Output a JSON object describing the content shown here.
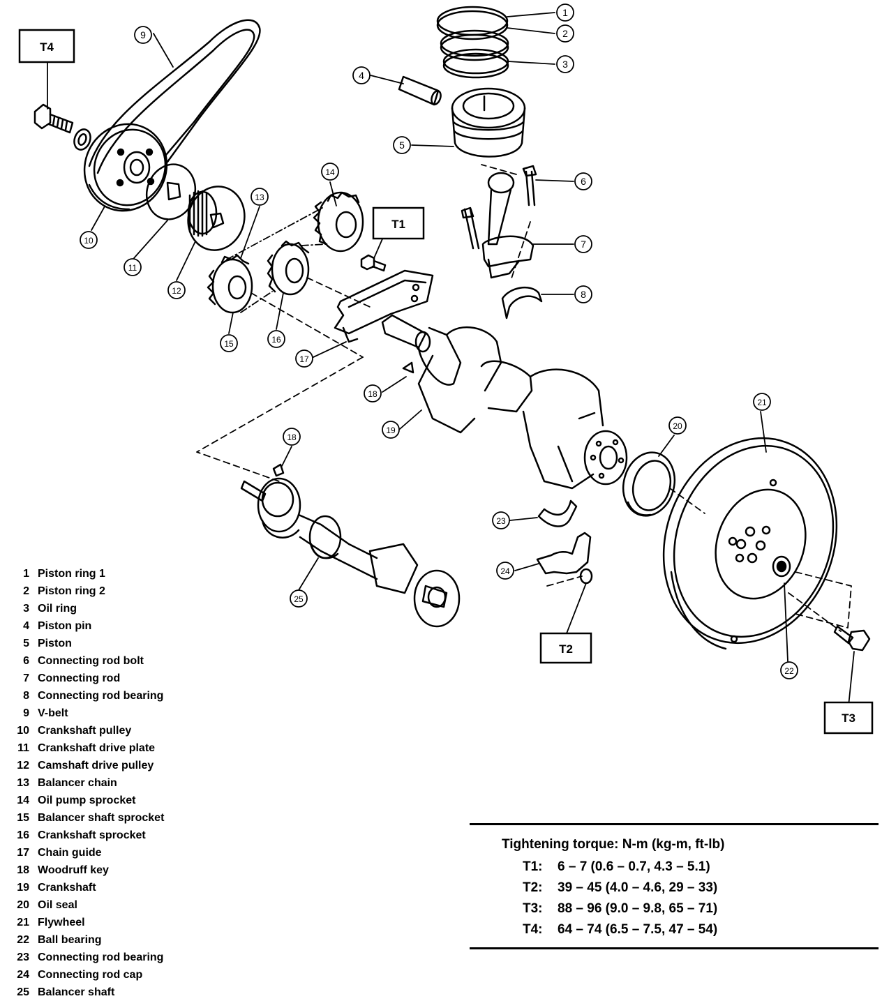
{
  "callouts": [
    {
      "n": "1"
    },
    {
      "n": "2"
    },
    {
      "n": "3"
    },
    {
      "n": "4"
    },
    {
      "n": "5"
    },
    {
      "n": "6"
    },
    {
      "n": "7"
    },
    {
      "n": "8"
    },
    {
      "n": "9"
    },
    {
      "n": "10"
    },
    {
      "n": "11"
    },
    {
      "n": "12"
    },
    {
      "n": "13"
    },
    {
      "n": "14"
    },
    {
      "n": "15"
    },
    {
      "n": "16"
    },
    {
      "n": "17"
    },
    {
      "n": "18"
    },
    {
      "n": "19"
    },
    {
      "n": "20"
    },
    {
      "n": "21"
    },
    {
      "n": "22"
    },
    {
      "n": "23"
    },
    {
      "n": "24"
    },
    {
      "n": "25"
    },
    {
      "n": "18"
    }
  ],
  "torque_boxes": {
    "t1": "T1",
    "t2": "T2",
    "t3": "T3",
    "t4": "T4"
  },
  "legend": [
    {
      "num": "1",
      "label": "Piston ring 1"
    },
    {
      "num": "2",
      "label": "Piston ring 2"
    },
    {
      "num": "3",
      "label": "Oil ring"
    },
    {
      "num": "4",
      "label": "Piston pin"
    },
    {
      "num": "5",
      "label": "Piston"
    },
    {
      "num": "6",
      "label": "Connecting rod bolt"
    },
    {
      "num": "7",
      "label": "Connecting rod"
    },
    {
      "num": "8",
      "label": "Connecting rod bearing"
    },
    {
      "num": "9",
      "label": "V-belt"
    },
    {
      "num": "10",
      "label": "Crankshaft pulley"
    },
    {
      "num": "11",
      "label": "Crankshaft drive plate"
    },
    {
      "num": "12",
      "label": "Camshaft drive pulley"
    },
    {
      "num": "13",
      "label": "Balancer chain"
    },
    {
      "num": "14",
      "label": "Oil pump sprocket"
    },
    {
      "num": "15",
      "label": "Balancer shaft sprocket"
    },
    {
      "num": "16",
      "label": "Crankshaft sprocket"
    },
    {
      "num": "17",
      "label": "Chain guide"
    },
    {
      "num": "18",
      "label": "Woodruff key"
    },
    {
      "num": "19",
      "label": "Crankshaft"
    },
    {
      "num": "20",
      "label": "Oil seal"
    },
    {
      "num": "21",
      "label": "Flywheel"
    },
    {
      "num": "22",
      "label": "Ball bearing"
    },
    {
      "num": "23",
      "label": "Connecting rod bearing"
    },
    {
      "num": "24",
      "label": "Connecting rod cap"
    },
    {
      "num": "25",
      "label": "Balancer shaft"
    }
  ],
  "torque_table": {
    "title": "Tightening torque:  N-m (kg-m, ft-lb)",
    "rows": [
      {
        "key": "T1:",
        "value": "6 – 7 (0.6 – 0.7, 4.3 – 5.1)"
      },
      {
        "key": "T2:",
        "value": "39 – 45 (4.0 – 4.6, 29 – 33)"
      },
      {
        "key": "T3:",
        "value": "88 – 96 (9.0 – 9.8, 65 – 71)"
      },
      {
        "key": "T4:",
        "value": "64 – 74 (6.5 – 7.5, 47 – 54)"
      }
    ]
  }
}
